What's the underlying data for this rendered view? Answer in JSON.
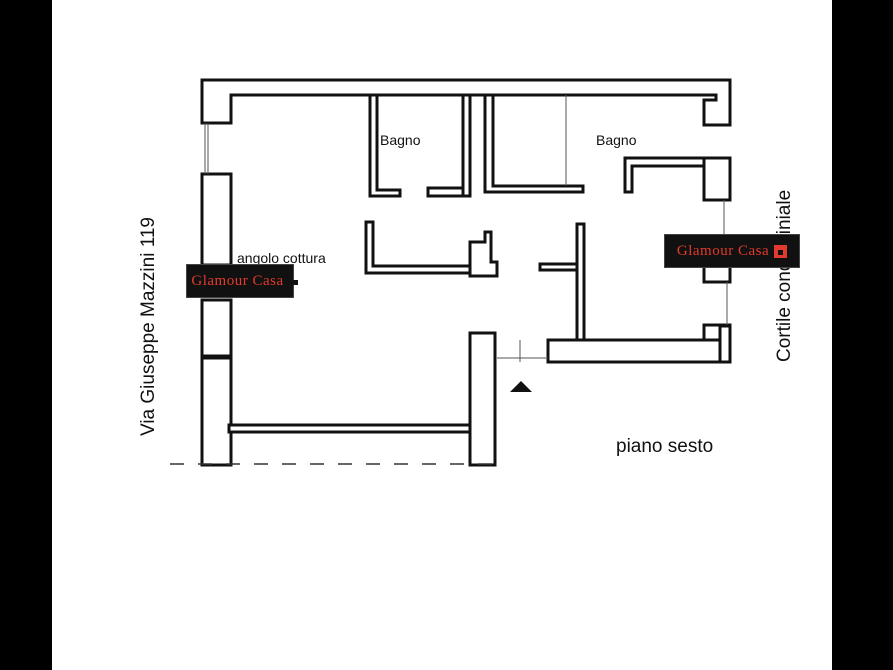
{
  "street_label": "Via Giuseppe Mazzini 119",
  "courtyard_label": "Cortile condominiale",
  "floor_label": "piano sesto",
  "rooms": {
    "bathroom_left": "Bagno",
    "bathroom_right": "Bagno",
    "kitchen_corner": "angolo cottura"
  },
  "watermark": {
    "brand": "Glamour Casa",
    "icon": "house-icon",
    "color": "#e23a2c"
  },
  "colors": {
    "background": "#000000",
    "sheet": "#ffffff",
    "walls": "#111111"
  }
}
